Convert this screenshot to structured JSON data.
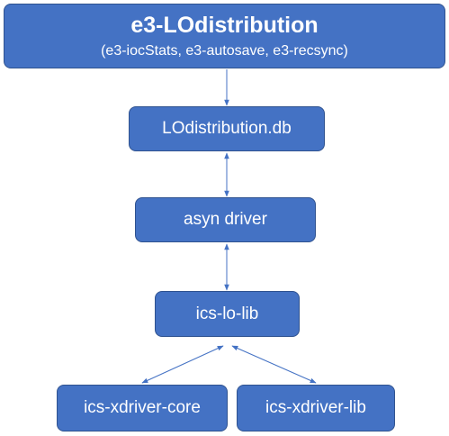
{
  "diagram": {
    "nodes": {
      "main": {
        "title": "e3-LOdistribution",
        "subtitle": "(e3-iocStats, e3-autosave, e3-recsync)"
      },
      "db": {
        "label": "LOdistribution.db"
      },
      "asyn": {
        "label": "asyn driver"
      },
      "lib": {
        "label": "ics-lo-lib"
      },
      "core": {
        "label": "ics-xdriver-core"
      },
      "xlib": {
        "label": "ics-xdriver-lib"
      }
    },
    "edges": [
      {
        "from": "main",
        "to": "db",
        "direction": "forward"
      },
      {
        "from": "db",
        "to": "asyn",
        "direction": "both"
      },
      {
        "from": "asyn",
        "to": "lib",
        "direction": "both"
      },
      {
        "from": "lib",
        "to": "core",
        "direction": "both"
      },
      {
        "from": "lib",
        "to": "xlib",
        "direction": "both"
      }
    ],
    "colors": {
      "node_fill": "#4472c4",
      "node_border": "#2f528f",
      "node_text": "#ffffff",
      "edge": "#4472c4"
    }
  }
}
